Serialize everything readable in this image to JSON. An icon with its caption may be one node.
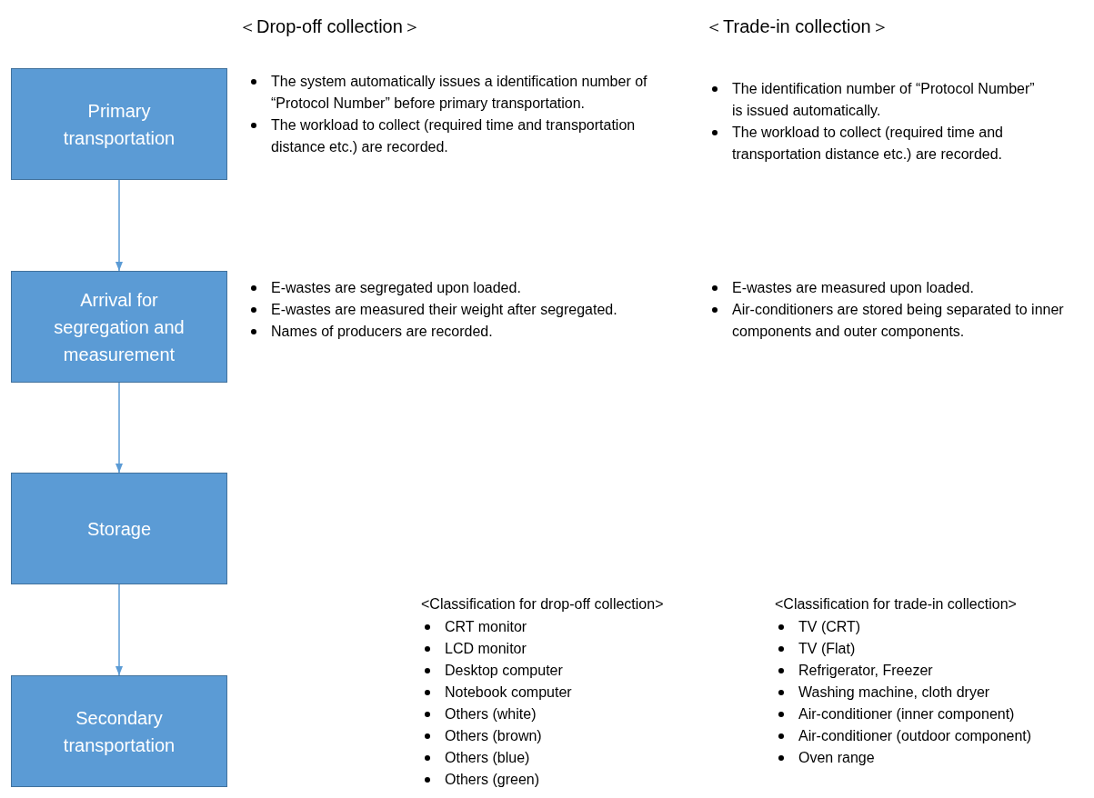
{
  "diagram": {
    "nodes": [
      {
        "text": [
          "Primary transportation"
        ]
      },
      {
        "text": [
          "Arrival for segregation and measurement"
        ]
      },
      {
        "text": [
          "Storage"
        ]
      },
      {
        "text": [
          "Secondary transportation"
        ]
      }
    ],
    "edges": [
      {
        "from": 0,
        "to": 1,
        "arrow": "to"
      },
      {
        "from": 1,
        "to": 2,
        "arrow": "to"
      },
      {
        "from": 2,
        "to": 3,
        "arrow": "to"
      }
    ],
    "labels": [
      "＜Drop-off collection＞",
      "＜Trade-in collection＞",
      "The system automatically issues a identification number of “Protocol Number” before primary transportation.",
      "The workload to collect (required time and transportation distance etc.) are recorded.",
      "The identification number of “Protocol Number” is issued automatically.",
      "The workload to collect (required time and transportation distance etc.) are recorded.",
      "E-wastes are segregated upon loaded.",
      "E-wastes are measured their weight after segregated.",
      "Names of producers are recorded.",
      "E-wastes are measured upon loaded.",
      "Air-conditioners are stored being separated to inner components and outer components.",
      "<Classification for drop-off collection>",
      "CRT monitor",
      "LCD monitor",
      "Desktop computer",
      "Notebook computer",
      "Others (white)",
      "Others (brown)",
      "Others (blue)",
      "Others (green)",
      "<Classification for trade-in collection>",
      "TV (CRT)",
      "TV (Flat)",
      "Refrigerator, Freezer",
      "Washing machine, cloth dryer",
      "Air-conditioner (inner component)",
      "Air-conditioner (outdoor component)",
      "Oven range"
    ]
  }
}
